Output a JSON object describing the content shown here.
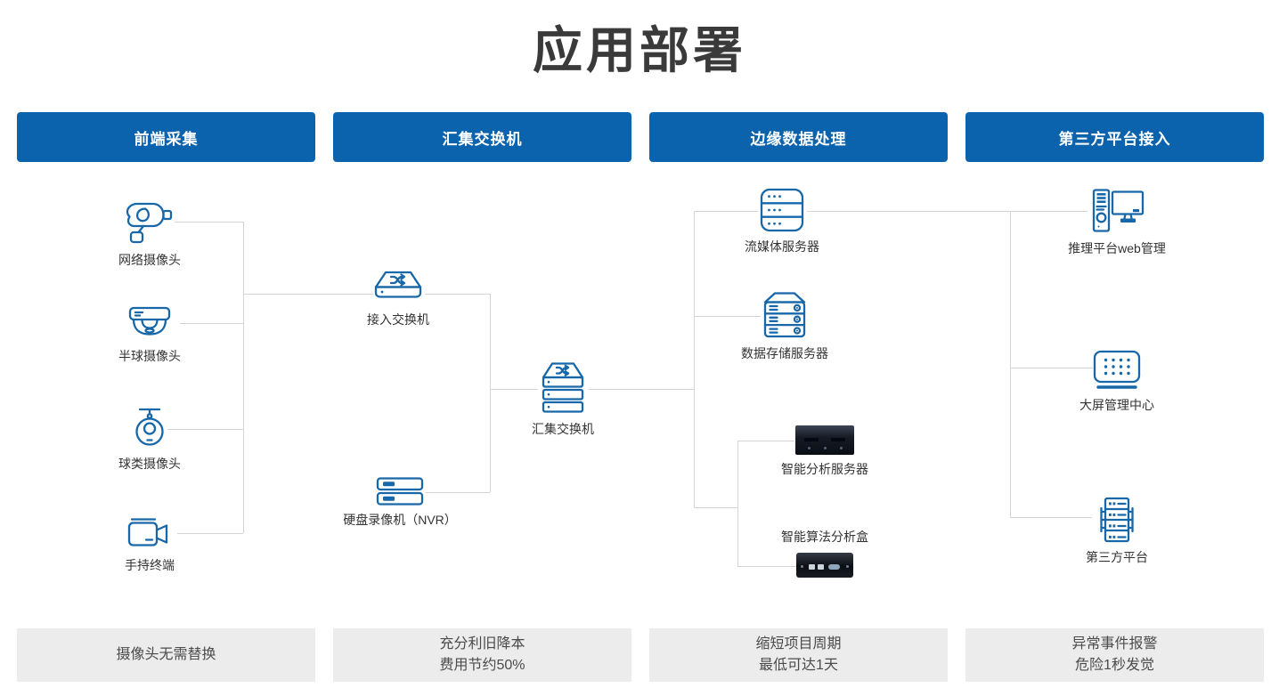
{
  "title": "应用部署",
  "columns": [
    {
      "header": "前端采集",
      "footer_lines": [
        "摄像头无需替换"
      ]
    },
    {
      "header": "汇集交换机",
      "footer_lines": [
        "充分利旧降本",
        "费用节约50%"
      ]
    },
    {
      "header": "边缘数据处理",
      "footer_lines": [
        "缩短项目周期",
        "最低可达1天"
      ]
    },
    {
      "header": "第三方平台接入",
      "footer_lines": [
        "异常事件报警",
        "危险1秒发觉"
      ]
    }
  ],
  "nodes": {
    "network_camera": {
      "label": "网络摄像头",
      "icon": "bullet-camera-icon"
    },
    "dome_camera": {
      "label": "半球摄像头",
      "icon": "dome-camera-icon"
    },
    "ball_camera": {
      "label": "球类摄像头",
      "icon": "ptz-ball-camera-icon"
    },
    "handheld_terminal": {
      "label": "手持终端",
      "icon": "video-camera-icon"
    },
    "access_switch": {
      "label": "接入交换机",
      "icon": "network-switch-icon"
    },
    "nvr": {
      "label": "硬盘录像机（NVR）",
      "icon": "nvr-recorder-icon"
    },
    "aggregation_switch": {
      "label": "汇集交换机",
      "icon": "stacked-switch-icon"
    },
    "media_server": {
      "label": "流媒体服务器",
      "icon": "server-stack-icon"
    },
    "storage_server": {
      "label": "数据存储服务器",
      "icon": "storage-server-icon"
    },
    "analysis_server": {
      "label": "智能分析服务器",
      "icon": "rack-server-photo"
    },
    "algo_box": {
      "label": "智能算法分析盒",
      "icon": "analysis-box-photo"
    },
    "inference_web": {
      "label": "推理平台web管理",
      "icon": "desktop-computer-icon"
    },
    "big_screen": {
      "label": "大屏管理中心",
      "icon": "led-screen-icon"
    },
    "third_party": {
      "label": "第三方平台",
      "icon": "server-rack-icon"
    }
  },
  "colors": {
    "header_blue": "#0c63ad",
    "icon_blue": "#1767a9",
    "connector_gray": "#d5d5d5",
    "footer_bg": "#ececec",
    "footer_text": "#4b4b4b",
    "title_text": "#3a3a3a"
  }
}
